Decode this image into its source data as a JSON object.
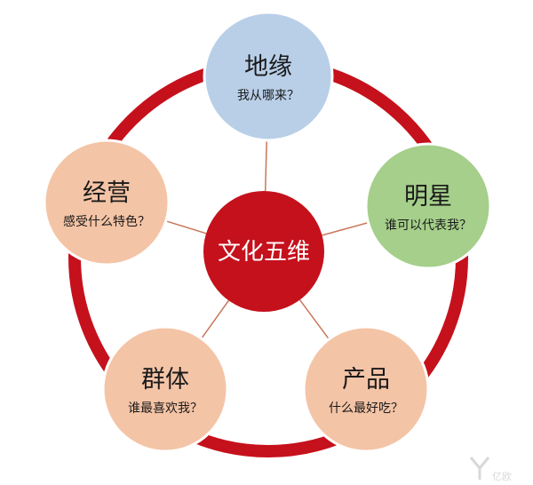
{
  "colors": {
    "ring": "#c5111c",
    "center": "#c5111c",
    "spoke": "#c9775a",
    "outer_stroke": "#ffffff"
  },
  "center": {
    "title": "文化五维"
  },
  "nodes": [
    {
      "id": "diyuan",
      "title": "地缘",
      "subtitle": "我从哪来？",
      "fill": "#b9cfe8"
    },
    {
      "id": "mingxing",
      "title": "明星",
      "subtitle": "谁可以代表我？",
      "fill": "#a5cf8a"
    },
    {
      "id": "chanpin",
      "title": "产品",
      "subtitle": "什么最好吃？",
      "fill": "#f4c4a6"
    },
    {
      "id": "qunti",
      "title": "群体",
      "subtitle": "谁最喜欢我？",
      "fill": "#f4c4a6"
    },
    {
      "id": "jingying",
      "title": "经营",
      "subtitle": "感受什么特色？",
      "fill": "#f4c4a6"
    }
  ],
  "watermark": {
    "text": "亿欧",
    "icon": "yiou-logo-icon"
  }
}
